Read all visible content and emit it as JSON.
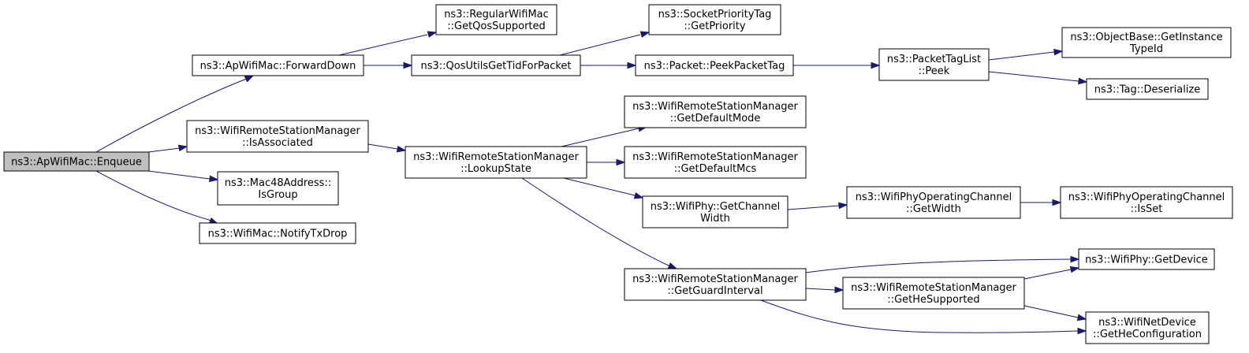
{
  "nodes": [
    {
      "id": "enqueue",
      "lines": [
        "ns3::ApWifiMac::Enqueue"
      ],
      "root": true
    },
    {
      "id": "forwarddown",
      "lines": [
        "ns3::ApWifiMac::ForwardDown"
      ]
    },
    {
      "id": "isassociated",
      "lines": [
        "ns3::WifiRemoteStationManager",
        "::IsAssociated"
      ]
    },
    {
      "id": "isgroup",
      "lines": [
        "ns3::Mac48Address::",
        "IsGroup"
      ]
    },
    {
      "id": "notifytxdrop",
      "lines": [
        "ns3::WifiMac::NotifyTxDrop"
      ]
    },
    {
      "id": "getqossupported",
      "lines": [
        "ns3::RegularWifiMac",
        "::GetQosSupported"
      ]
    },
    {
      "id": "qosutils",
      "lines": [
        "ns3::QosUtilsGetTidForPacket"
      ]
    },
    {
      "id": "lookupstate",
      "lines": [
        "ns3::WifiRemoteStationManager",
        "::LookupState"
      ]
    },
    {
      "id": "getpriority",
      "lines": [
        "ns3::SocketPriorityTag",
        "::GetPriority"
      ]
    },
    {
      "id": "peekpackettag",
      "lines": [
        "ns3::Packet::PeekPacketTag"
      ]
    },
    {
      "id": "getdefaultmode",
      "lines": [
        "ns3::WifiRemoteStationManager",
        "::GetDefaultMode"
      ]
    },
    {
      "id": "getdefaultmcs",
      "lines": [
        "ns3::WifiRemoteStationManager",
        "::GetDefaultMcs"
      ]
    },
    {
      "id": "getchannelwidth",
      "lines": [
        "ns3::WifiPhy::GetChannel",
        "Width"
      ]
    },
    {
      "id": "getguardinterval",
      "lines": [
        "ns3::WifiRemoteStationManager",
        "::GetGuardInterval"
      ]
    },
    {
      "id": "packettagpeek",
      "lines": [
        "ns3::PacketTagList",
        "::Peek"
      ]
    },
    {
      "id": "opchgetwidth",
      "lines": [
        "ns3::WifiPhyOperatingChannel",
        "::GetWidth"
      ]
    },
    {
      "id": "gethesupported",
      "lines": [
        "ns3::WifiRemoteStationManager",
        "::GetHeSupported"
      ]
    },
    {
      "id": "getinstancetypeid",
      "lines": [
        "ns3::ObjectBase::GetInstance",
        "TypeId"
      ]
    },
    {
      "id": "tagdeserialize",
      "lines": [
        "ns3::Tag::Deserialize"
      ]
    },
    {
      "id": "opchisset",
      "lines": [
        "ns3::WifiPhyOperatingChannel",
        "::IsSet"
      ]
    },
    {
      "id": "getdevice",
      "lines": [
        "ns3::WifiPhy::GetDevice"
      ]
    },
    {
      "id": "getheconfiguration",
      "lines": [
        "ns3::WifiNetDevice",
        "::GetHeConfiguration"
      ]
    }
  ],
  "edges": [
    {
      "from": "enqueue",
      "to": "forwarddown"
    },
    {
      "from": "enqueue",
      "to": "isassociated"
    },
    {
      "from": "enqueue",
      "to": "isgroup"
    },
    {
      "from": "enqueue",
      "to": "notifytxdrop"
    },
    {
      "from": "forwarddown",
      "to": "getqossupported"
    },
    {
      "from": "forwarddown",
      "to": "qosutils"
    },
    {
      "from": "isassociated",
      "to": "lookupstate"
    },
    {
      "from": "qosutils",
      "to": "getpriority"
    },
    {
      "from": "qosutils",
      "to": "peekpackettag"
    },
    {
      "from": "peekpackettag",
      "to": "packettagpeek"
    },
    {
      "from": "packettagpeek",
      "to": "getinstancetypeid"
    },
    {
      "from": "packettagpeek",
      "to": "tagdeserialize"
    },
    {
      "from": "lookupstate",
      "to": "getdefaultmode"
    },
    {
      "from": "lookupstate",
      "to": "getdefaultmcs"
    },
    {
      "from": "lookupstate",
      "to": "getchannelwidth"
    },
    {
      "from": "lookupstate",
      "to": "getguardinterval"
    },
    {
      "from": "getchannelwidth",
      "to": "opchgetwidth"
    },
    {
      "from": "opchgetwidth",
      "to": "opchisset"
    },
    {
      "from": "getguardinterval",
      "to": "getdevice"
    },
    {
      "from": "getguardinterval",
      "to": "gethesupported"
    },
    {
      "from": "getguardinterval",
      "to": "getheconfiguration"
    },
    {
      "from": "gethesupported",
      "to": "getdevice"
    },
    {
      "from": "gethesupported",
      "to": "getheconfiguration"
    }
  ],
  "colors": {
    "edge": "#191970",
    "root_fill": "#bfbfbf",
    "node_fill": "#ffffff",
    "node_border": "#000000"
  }
}
